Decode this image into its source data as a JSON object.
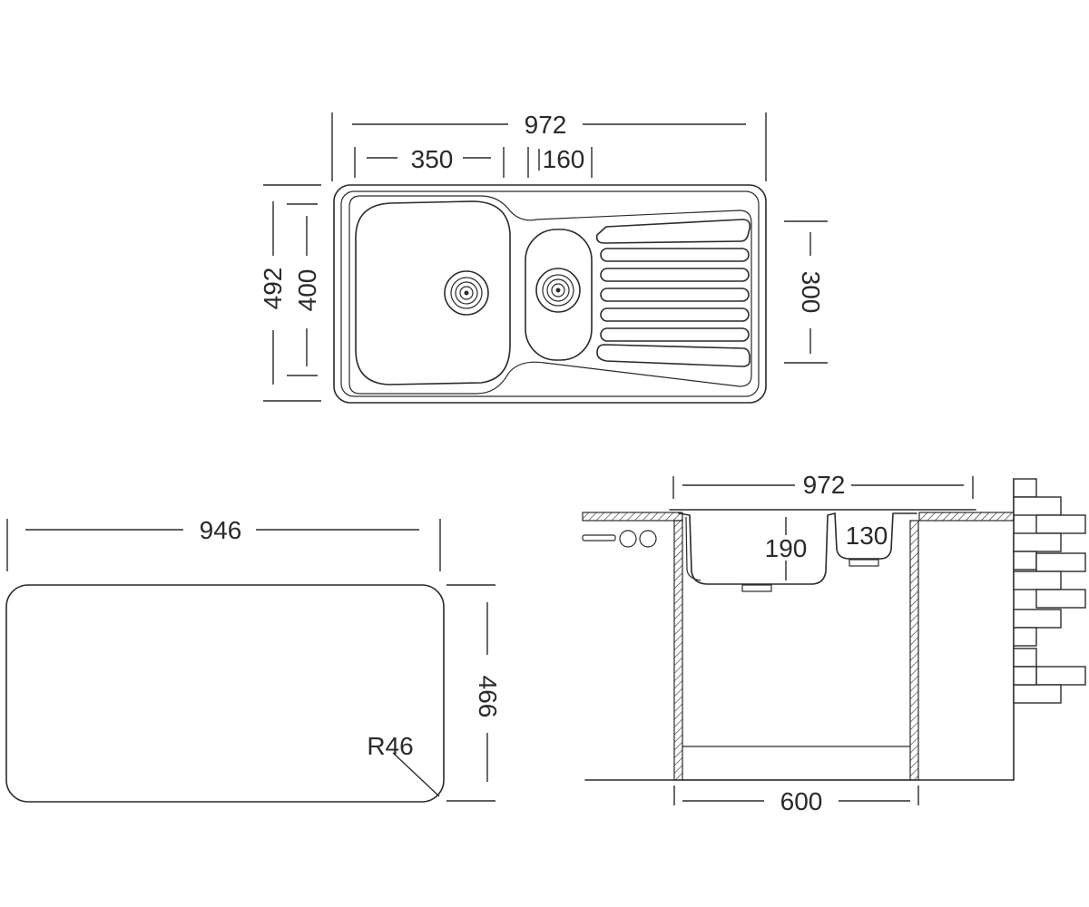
{
  "top_view": {
    "overall_width": "972",
    "bowl_width": "350",
    "small_bowl_width": "160",
    "overall_depth": "492",
    "bowl_depth": "400",
    "drainer_depth": "300"
  },
  "cutout_view": {
    "width": "946",
    "height": "466",
    "corner_radius": "R46"
  },
  "section_view": {
    "overall_width": "972",
    "bowl_depth": "190",
    "small_bowl_depth": "130",
    "cabinet_width": "600"
  }
}
